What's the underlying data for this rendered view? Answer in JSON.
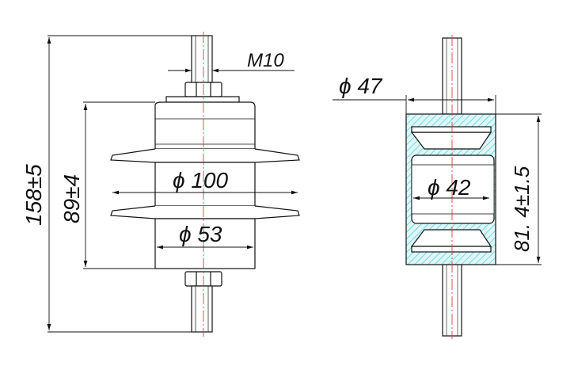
{
  "left_view": {
    "thread_label": "M10",
    "total_height_label": "158±5",
    "body_height_label": "89±4",
    "shed_diameter_label": "ϕ 100",
    "core_diameter_label": "ϕ 53"
  },
  "right_view": {
    "outer_diameter_label": "ϕ 47",
    "inner_diameter_label": "ϕ 42",
    "body_height_label": "81. 4±1.5"
  },
  "colors": {
    "line": "#111111",
    "centerline": "#e23a3a",
    "hatch": "#39c4cf",
    "hatch_fill": "#d9f6f8"
  }
}
